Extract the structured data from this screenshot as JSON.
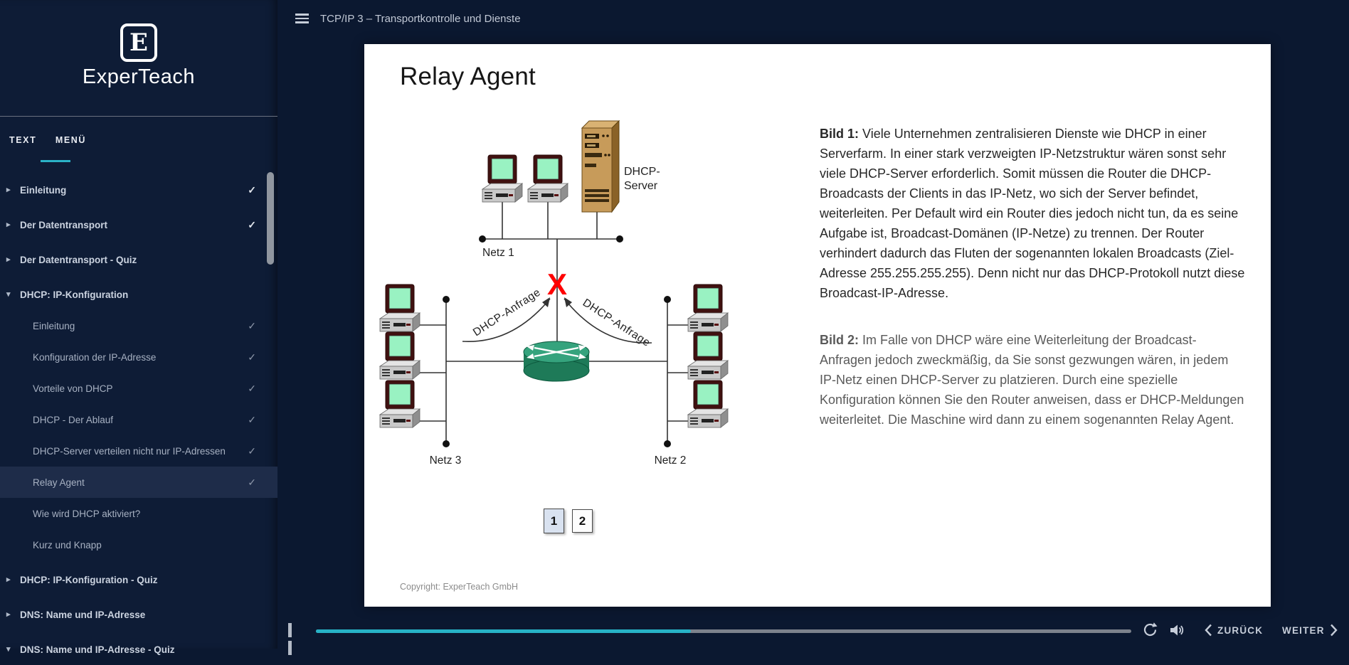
{
  "colors": {
    "background": "#0b1830",
    "sidebar_bg": "#0e1c36",
    "accent_cyan": "#2bb3c7",
    "selected_row_bg": "#1e2c49",
    "card_bg": "#ffffff",
    "progress_fill": "#27b2c6",
    "progress_track": "#7c828c",
    "blocked_x_red": "#ff0000",
    "router_green": "#1e7a58",
    "server_tan": "#c79b5a",
    "screen_mint": "#99f2c2"
  },
  "sidebar": {
    "logo_letter": "E",
    "logo_text": "ExperTeach",
    "tabs": [
      {
        "label": "TEXT",
        "active": false
      },
      {
        "label": "MENÜ",
        "active": true
      }
    ],
    "menu": [
      {
        "label": "Einleitung",
        "level": 0,
        "arrow": "right",
        "checked": true,
        "selected": false
      },
      {
        "label": "Der Datentransport",
        "level": 0,
        "arrow": "right",
        "checked": true,
        "selected": false
      },
      {
        "label": "Der Datentransport - Quiz",
        "level": 0,
        "arrow": "right",
        "checked": false,
        "selected": false
      },
      {
        "label": "DHCP: IP-Konfiguration",
        "level": 0,
        "arrow": "down",
        "checked": false,
        "selected": false
      },
      {
        "label": "Einleitung",
        "level": 1,
        "arrow": "",
        "checked": true,
        "selected": false
      },
      {
        "label": "Konfiguration der IP-Adresse",
        "level": 1,
        "arrow": "",
        "checked": true,
        "selected": false
      },
      {
        "label": "Vorteile von DHCP",
        "level": 1,
        "arrow": "",
        "checked": true,
        "selected": false
      },
      {
        "label": "DHCP - Der Ablauf",
        "level": 1,
        "arrow": "",
        "checked": true,
        "selected": false
      },
      {
        "label": "DHCP-Server verteilen nicht nur IP-Adressen",
        "level": 1,
        "arrow": "",
        "checked": true,
        "selected": false
      },
      {
        "label": "Relay Agent",
        "level": 1,
        "arrow": "",
        "checked": true,
        "selected": true
      },
      {
        "label": "Wie wird DHCP aktiviert?",
        "level": 1,
        "arrow": "",
        "checked": false,
        "selected": false
      },
      {
        "label": "Kurz und Knapp",
        "level": 1,
        "arrow": "",
        "checked": false,
        "selected": false
      },
      {
        "label": "DHCP: IP-Konfiguration - Quiz",
        "level": 0,
        "arrow": "right",
        "checked": false,
        "selected": false
      },
      {
        "label": "DNS: Name und IP-Adresse",
        "level": 0,
        "arrow": "right",
        "checked": false,
        "selected": false
      },
      {
        "label": "DNS: Name und IP-Adresse - Quiz",
        "level": 0,
        "arrow": "down",
        "checked": false,
        "selected": false
      }
    ]
  },
  "topbar": {
    "title": "TCP/IP 3 – Transportkontrolle und Dienste"
  },
  "content": {
    "heading": "Relay Agent",
    "paragraphs": [
      {
        "label": "Bild 1:",
        "text": "Viele Unternehmen zentralisieren Dienste wie DHCP in einer Serverfarm. In einer stark verzweigten IP-Netzstruktur wären sonst sehr viele DHCP-Server erforderlich. Somit müssen die Router die DHCP-Broadcasts der Clients in das IP-Netz, wo sich der Server befindet, weiterleiten. Per Default wird ein Router dies jedoch nicht tun, da es seine Aufgabe ist, Broadcast-Domänen (IP-Netze) zu trennen. Der Router verhindert dadurch das Fluten der sogenannten lokalen Broadcasts (Ziel-Adresse 255.255.255.255). Denn nicht nur das DHCP-Protokoll nutzt diese Broadcast-IP-Adresse."
      },
      {
        "label": "Bild 2:",
        "text": "Im Falle von DHCP wäre eine Weiterleitung der Broadcast-Anfragen jedoch zweckmäßig, da Sie sonst gezwungen wären, in jedem IP-Netz einen DHCP-Server zu platzieren. Durch eine spezielle Konfiguration können Sie den Router anweisen, dass er DHCP-Meldungen weiterleitet. Die Maschine wird dann zu einem sogenannten Relay Agent."
      }
    ],
    "diagram": {
      "labels": {
        "server_line1": "DHCP-",
        "server_line2": "Server",
        "net1": "Netz 1",
        "net2": "Netz 2",
        "net3": "Netz 3",
        "request_left": "DHCP-Anfrage",
        "request_right": "DHCP-Anfrage",
        "blocked": "X"
      }
    },
    "pager": [
      {
        "label": "1",
        "active": true
      },
      {
        "label": "2",
        "active": false
      }
    ],
    "copyright": "Copyright: ExperTeach GmbH"
  },
  "player": {
    "progress_percent": 46,
    "back_label": "ZURÜCK",
    "next_label": "WEITER"
  }
}
